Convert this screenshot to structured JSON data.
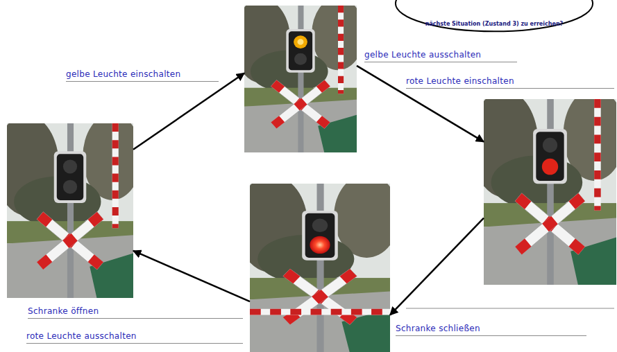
{
  "diagram": {
    "nodes": [
      {
        "text": [
          "nächste Situation (Zustand 3) zu erreichen?"
        ]
      },
      {},
      {},
      {},
      {}
    ],
    "edges": [
      {
        "from": 1,
        "to": 2,
        "arrow": "to",
        "label": "gelbe Leuchte einschalten"
      },
      {
        "from": 2,
        "to": 3,
        "arrow": "to",
        "label": "gelbe Leuchte ausschalten"
      },
      {
        "from": 3,
        "to": 4,
        "arrow": "to",
        "label": "Schranke schließen"
      },
      {
        "from": 4,
        "to": 1,
        "arrow": "to",
        "label": "Schranke öffnen"
      }
    ],
    "labels": [
      "rote Leuchte einschalten",
      "rote Leuchte ausschalten"
    ]
  }
}
